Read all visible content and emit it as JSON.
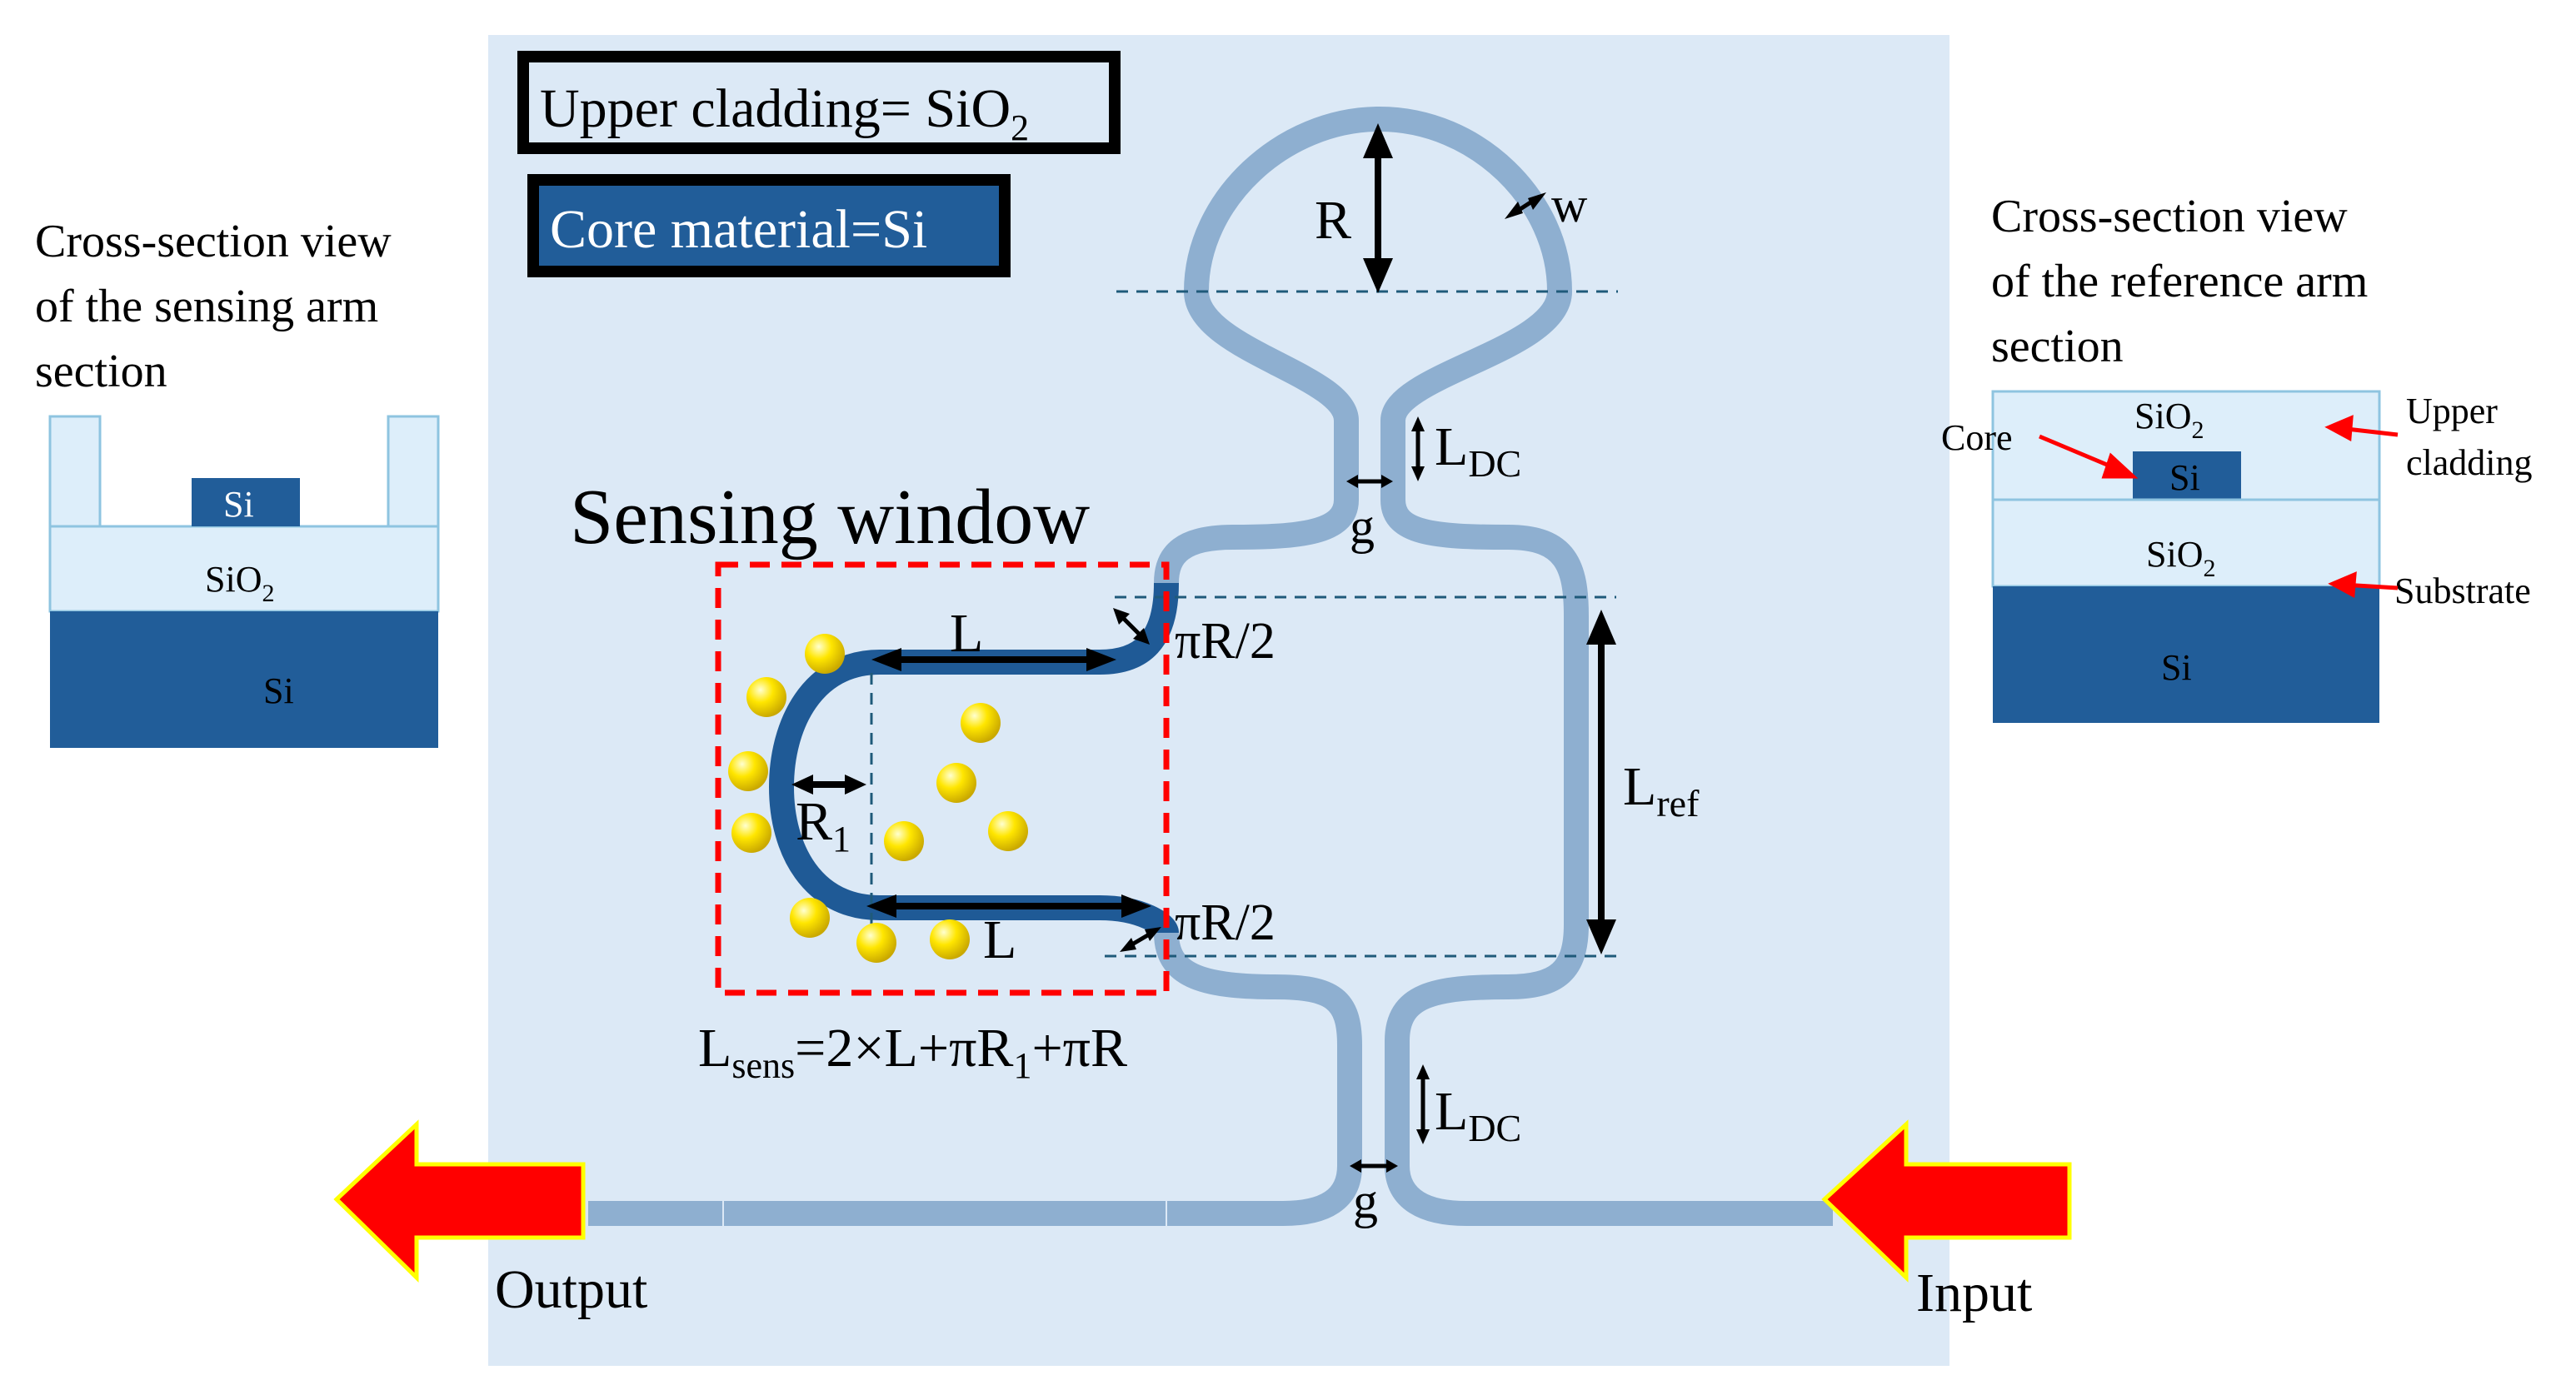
{
  "panel": {
    "upper_cladding_box": {
      "label": "Upper cladding= SiO",
      "sub": "2"
    },
    "core_box": {
      "label": "Core material=Si"
    },
    "sensing_window_title": "Sensing window"
  },
  "left_cross_section": {
    "caption": [
      "Cross-section view",
      "of the sensing arm",
      "section"
    ],
    "core_label": "Si",
    "box_label": "SiO",
    "box_sub": "2",
    "substrate_label": "Si"
  },
  "right_cross_section": {
    "caption": [
      "Cross-section view",
      "of the reference arm",
      "section"
    ],
    "cladding_label": "SiO",
    "cladding_sub": "2",
    "core_label": "Si",
    "box_label": "SiO",
    "box_sub": "2",
    "substrate_label": "Si",
    "annotations": {
      "core": "Core",
      "upper_cladding": [
        "Upper",
        "cladding"
      ],
      "substrate": "Substrate"
    }
  },
  "dimensions": {
    "ring_radius": "R",
    "width": "w",
    "coupler_length": "L",
    "coupler_length_sub": "DC",
    "gap": "g",
    "straight_length": "L",
    "bend": "πR/2",
    "sensing_radius": "R",
    "sensing_radius_sub": "1",
    "reference_length": "L",
    "reference_length_sub": "ref",
    "sensing_length_formula": {
      "lhs": "L",
      "lhs_sub": "sens",
      "rhs_a": "=2×L+πR",
      "rhs_sub": "1",
      "rhs_b": "+πR"
    }
  },
  "ports": {
    "output": "Output",
    "input": "Input"
  },
  "colors": {
    "panel_bg": "#dce9f6",
    "waveguide_ref": "#8eafd0",
    "waveguide_sense": "#1f5a96",
    "silicon": "#215d99",
    "oxide": "#ddeefa",
    "arrow_fill": "#ff0000",
    "arrow_edge": "#ffff00",
    "sensing_window": "#ff0000",
    "particle": "#ffe000"
  }
}
